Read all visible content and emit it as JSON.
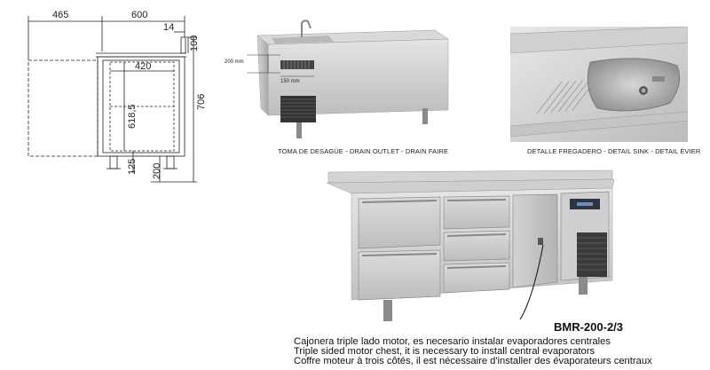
{
  "drawing": {
    "width_left": "465",
    "width_body": "600",
    "edge": "14",
    "upstand": "100",
    "inner_width": "420",
    "height_total": "706",
    "inner_height": "618,5",
    "leg": "125",
    "foot": "200"
  },
  "drain": {
    "dim_height": "200 mm",
    "dim_depth": "150 mm",
    "caption": "TOMA DE DESAGÜE - DRAIN OUTLET - DRAIN FAIRE"
  },
  "sink": {
    "caption": "DETALLE FREGADERO - DETAIL SINK - DETAIL ÉVIER"
  },
  "product": {
    "model": "BMR-200-2/3",
    "notes": [
      "Cajonera triple lado motor, es necesario instalar evaporadores centrales",
      "Triple sided motor chest, it is necessary to install central evaporators",
      "Coffre moteur à trois côtés, il est nécessaire d'installer des évaporateurs centraux"
    ]
  }
}
